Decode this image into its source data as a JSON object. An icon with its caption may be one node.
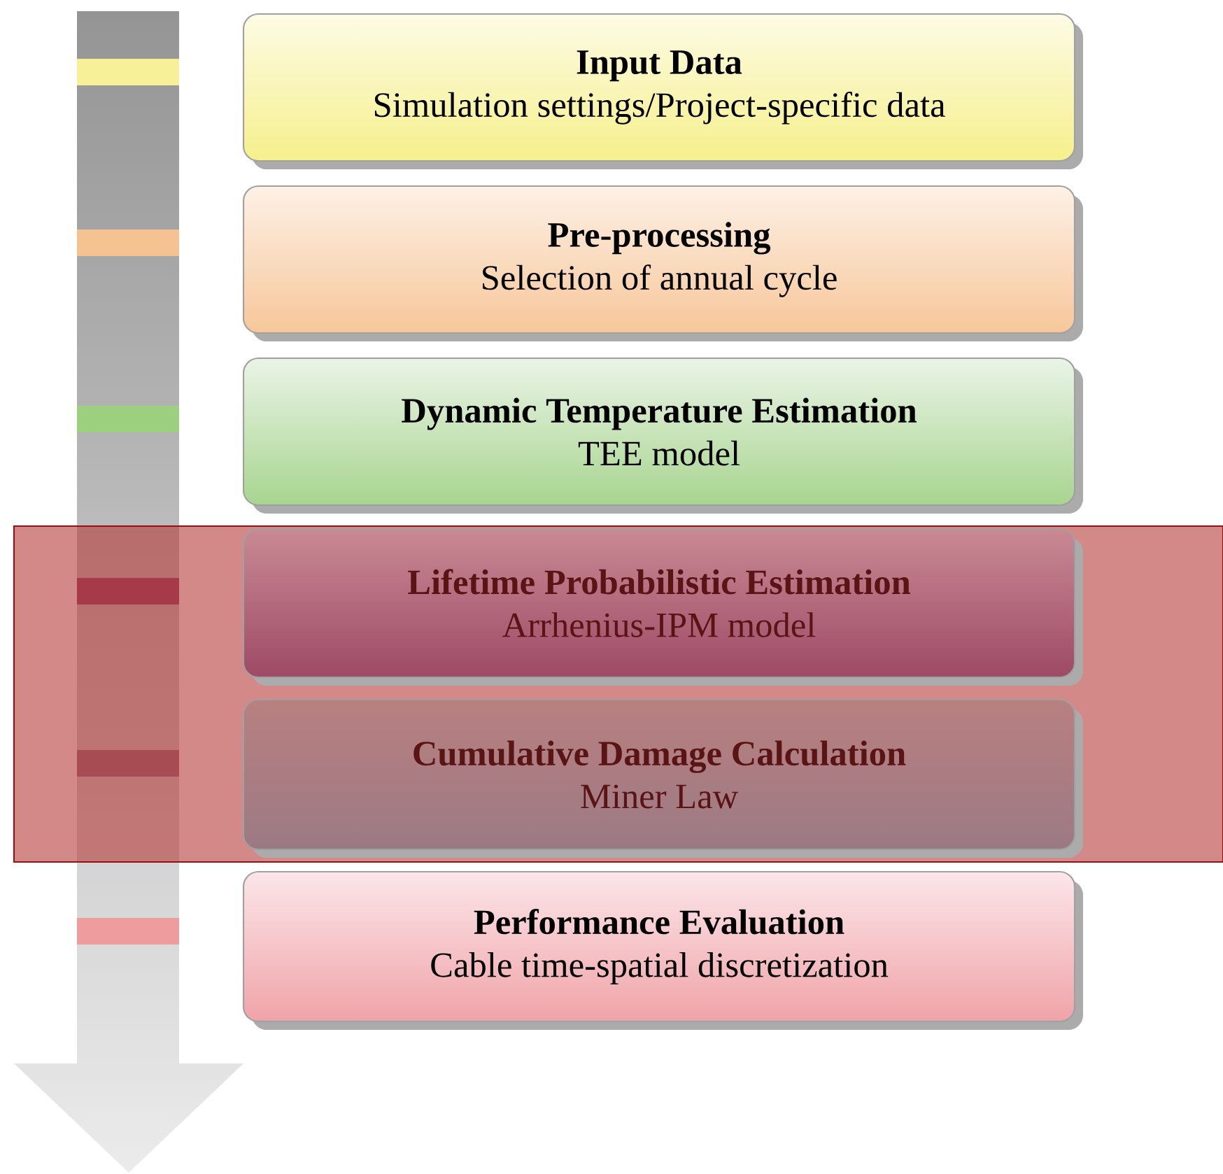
{
  "diagram": {
    "nodes": [
      {
        "text": [
          "Input Data",
          "Simulation settings/Project-specific data"
        ]
      },
      {
        "text": [
          "Pre-processing",
          "Selection of annual cycle"
        ]
      },
      {
        "text": [
          "Dynamic Temperature Estimation",
          "TEE model"
        ]
      },
      {
        "text": [],
        "shape": "band"
      },
      {
        "text": [
          "Lifetime Probabilistic Estimation",
          "Arrhenius-IPM model"
        ],
        "in": 3
      },
      {
        "text": [
          "Cumulative Damage Calculation",
          "Miner Law"
        ],
        "in": 3
      },
      {
        "text": [
          "Performance Evaluation",
          "Cable time-spatial discretization"
        ]
      }
    ]
  }
}
